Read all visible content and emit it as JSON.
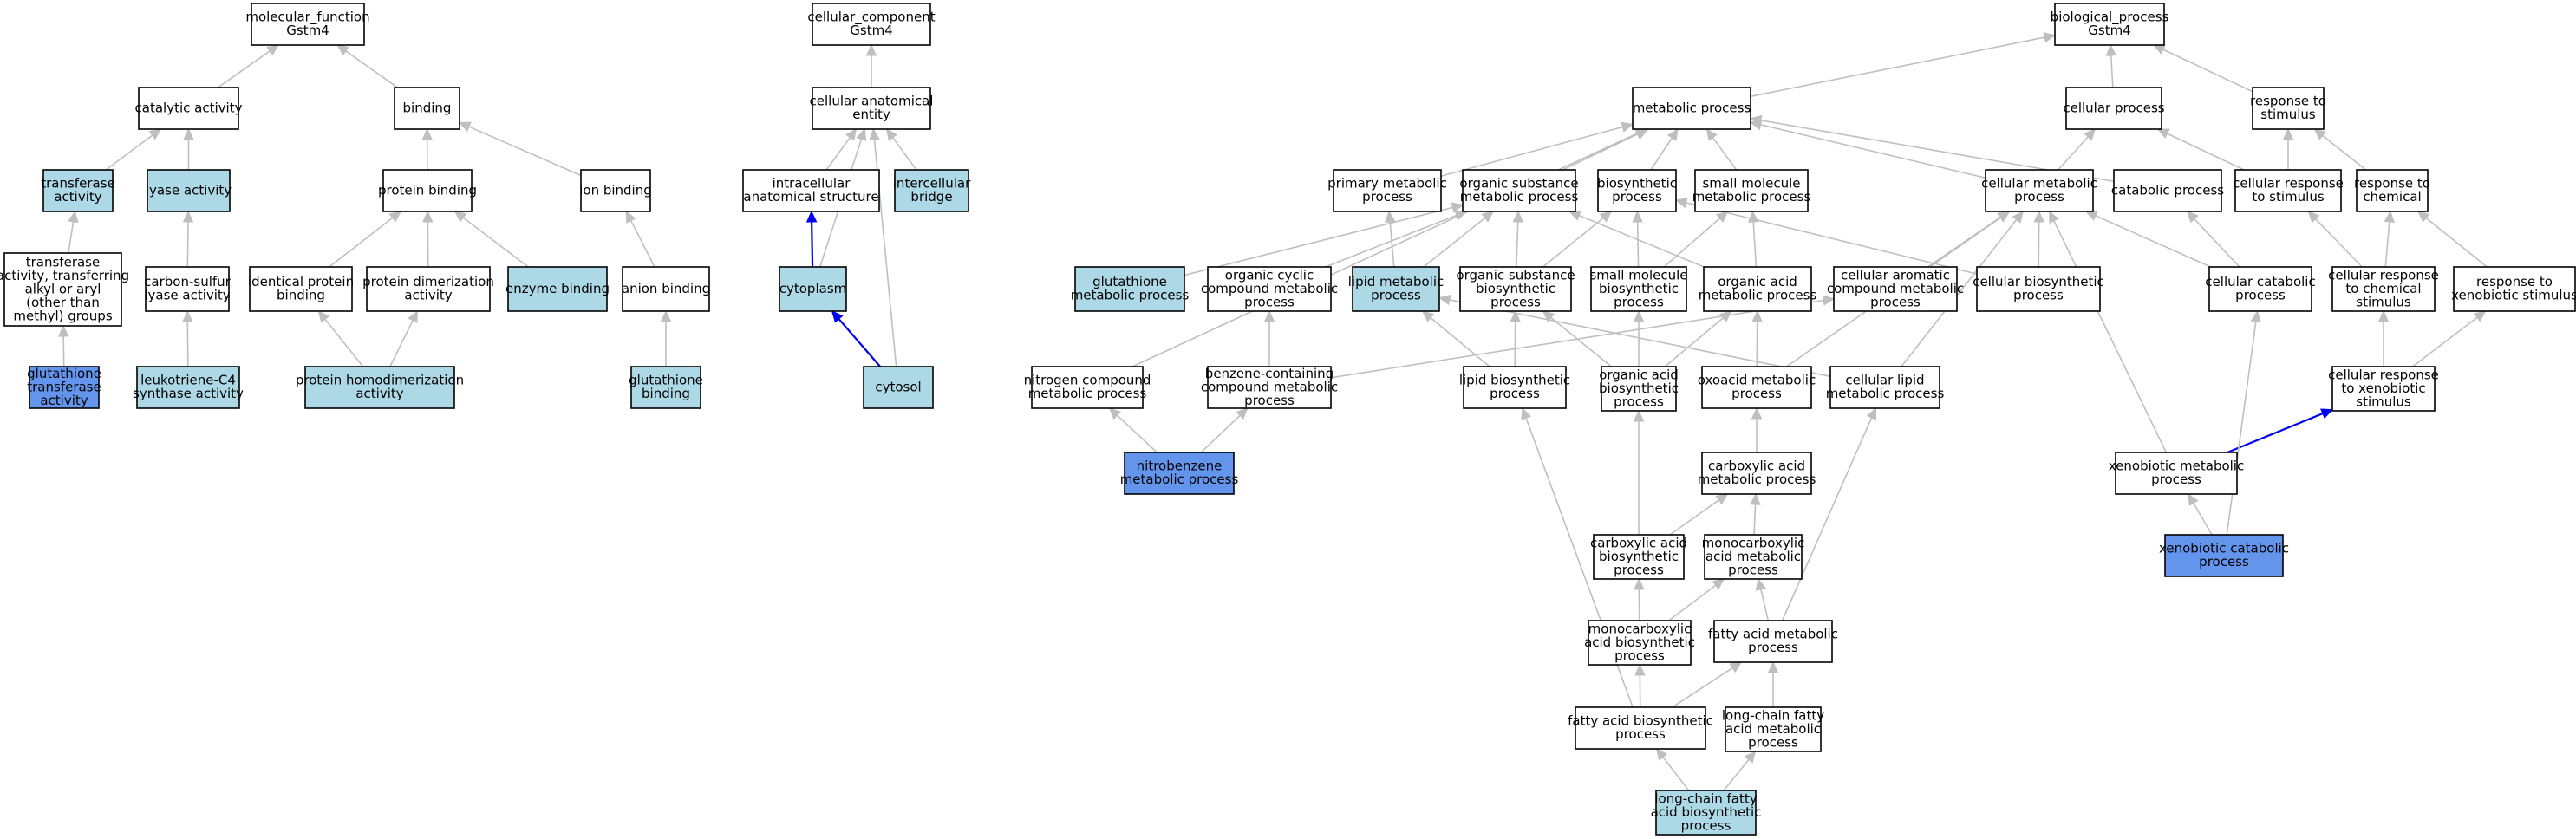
{
  "colors": {
    "plain": "#ffffff",
    "light": "#add8e6",
    "highlight": "#6495ed",
    "edge": "#bfbfbf",
    "part_of_edge": "#0000ee",
    "border": "#000000"
  },
  "nodes": [
    {
      "id": "mf",
      "lines": [
        "molecular_function",
        "Gstm4"
      ],
      "fill": "plain"
    },
    {
      "id": "cat",
      "lines": [
        "catalytic activity"
      ],
      "fill": "plain"
    },
    {
      "id": "bind",
      "lines": [
        "binding"
      ],
      "fill": "plain"
    },
    {
      "id": "trans",
      "lines": [
        "transferase",
        "activity"
      ],
      "fill": "light"
    },
    {
      "id": "lyase",
      "lines": [
        "lyase activity"
      ],
      "fill": "light"
    },
    {
      "id": "pbind",
      "lines": [
        "protein binding"
      ],
      "fill": "plain"
    },
    {
      "id": "ionb",
      "lines": [
        "ion binding"
      ],
      "fill": "plain"
    },
    {
      "id": "tfalk",
      "lines": [
        "transferase",
        "activity, transferring",
        "alkyl or aryl",
        "(other than",
        "methyl) groups"
      ],
      "fill": "plain"
    },
    {
      "id": "csly",
      "lines": [
        "carbon-sulfur",
        "lyase activity"
      ],
      "fill": "plain"
    },
    {
      "id": "idpb",
      "lines": [
        "identical protein",
        "binding"
      ],
      "fill": "plain"
    },
    {
      "id": "pdim",
      "lines": [
        "protein dimerization",
        "activity"
      ],
      "fill": "plain"
    },
    {
      "id": "enzb",
      "lines": [
        "enzyme binding"
      ],
      "fill": "light"
    },
    {
      "id": "anib",
      "lines": [
        "anion binding"
      ],
      "fill": "plain"
    },
    {
      "id": "gst",
      "lines": [
        "glutathione",
        "transferase",
        "activity"
      ],
      "fill": "highlight"
    },
    {
      "id": "ltc4",
      "lines": [
        "leukotriene-C4",
        "synthase activity"
      ],
      "fill": "light"
    },
    {
      "id": "phom",
      "lines": [
        "protein homodimerization",
        "activity"
      ],
      "fill": "light"
    },
    {
      "id": "glub",
      "lines": [
        "glutathione",
        "binding"
      ],
      "fill": "light"
    },
    {
      "id": "cc",
      "lines": [
        "cellular_component",
        "Gstm4"
      ],
      "fill": "plain"
    },
    {
      "id": "cae",
      "lines": [
        "cellular anatomical",
        "entity"
      ],
      "fill": "plain"
    },
    {
      "id": "ias",
      "lines": [
        "intracellular",
        "anatomical structure"
      ],
      "fill": "plain"
    },
    {
      "id": "icb",
      "lines": [
        "intercellular",
        "bridge"
      ],
      "fill": "light"
    },
    {
      "id": "cyto",
      "lines": [
        "cytoplasm"
      ],
      "fill": "light"
    },
    {
      "id": "cytosol",
      "lines": [
        "cytosol"
      ],
      "fill": "light"
    },
    {
      "id": "bp",
      "lines": [
        "biological_process",
        "Gstm4"
      ],
      "fill": "plain"
    },
    {
      "id": "met",
      "lines": [
        "metabolic process"
      ],
      "fill": "plain"
    },
    {
      "id": "cellp",
      "lines": [
        "cellular process"
      ],
      "fill": "plain"
    },
    {
      "id": "rstim",
      "lines": [
        "response to",
        "stimulus"
      ],
      "fill": "plain"
    },
    {
      "id": "pmp",
      "lines": [
        "primary metabolic",
        "process"
      ],
      "fill": "plain"
    },
    {
      "id": "osmp",
      "lines": [
        "organic substance",
        "metabolic process"
      ],
      "fill": "plain"
    },
    {
      "id": "bios",
      "lines": [
        "biosynthetic",
        "process"
      ],
      "fill": "plain"
    },
    {
      "id": "smmp",
      "lines": [
        "small molecule",
        "metabolic process"
      ],
      "fill": "plain"
    },
    {
      "id": "cmp",
      "lines": [
        "cellular metabolic",
        "process"
      ],
      "fill": "plain"
    },
    {
      "id": "catab",
      "lines": [
        "catabolic process"
      ],
      "fill": "plain"
    },
    {
      "id": "crs",
      "lines": [
        "cellular response",
        "to stimulus"
      ],
      "fill": "plain"
    },
    {
      "id": "rchem",
      "lines": [
        "response to",
        "chemical"
      ],
      "fill": "plain"
    },
    {
      "id": "glump",
      "lines": [
        "glutathione",
        "metabolic process"
      ],
      "fill": "light"
    },
    {
      "id": "occm",
      "lines": [
        "organic cyclic",
        "compound metabolic",
        "process"
      ],
      "fill": "plain"
    },
    {
      "id": "lipmp",
      "lines": [
        "lipid metabolic",
        "process"
      ],
      "fill": "light"
    },
    {
      "id": "osbp",
      "lines": [
        "organic substance",
        "biosynthetic",
        "process"
      ],
      "fill": "plain"
    },
    {
      "id": "smbp",
      "lines": [
        "small molecule",
        "biosynthetic",
        "process"
      ],
      "fill": "plain"
    },
    {
      "id": "oamp",
      "lines": [
        "organic acid",
        "metabolic process"
      ],
      "fill": "plain"
    },
    {
      "id": "cacm",
      "lines": [
        "cellular aromatic",
        "compound metabolic",
        "process"
      ],
      "fill": "plain"
    },
    {
      "id": "cbp",
      "lines": [
        "cellular biosynthetic",
        "process"
      ],
      "fill": "plain"
    },
    {
      "id": "ccatp",
      "lines": [
        "cellular catabolic",
        "process"
      ],
      "fill": "plain"
    },
    {
      "id": "crchem",
      "lines": [
        "cellular response",
        "to chemical",
        "stimulus"
      ],
      "fill": "plain"
    },
    {
      "id": "rxeno",
      "lines": [
        "response to",
        "xenobiotic stimulus"
      ],
      "fill": "plain"
    },
    {
      "id": "ncmp",
      "lines": [
        "nitrogen compound",
        "metabolic process"
      ],
      "fill": "plain"
    },
    {
      "id": "bccm",
      "lines": [
        "benzene-containing",
        "compound metabolic",
        "process"
      ],
      "fill": "plain"
    },
    {
      "id": "lbp",
      "lines": [
        "lipid biosynthetic",
        "process"
      ],
      "fill": "plain"
    },
    {
      "id": "oabp",
      "lines": [
        "organic acid",
        "biosynthetic",
        "process"
      ],
      "fill": "plain"
    },
    {
      "id": "oxmp",
      "lines": [
        "oxoacid metabolic",
        "process"
      ],
      "fill": "plain"
    },
    {
      "id": "clmp",
      "lines": [
        "cellular lipid",
        "metabolic process"
      ],
      "fill": "plain"
    },
    {
      "id": "crxeno",
      "lines": [
        "cellular response",
        "to xenobiotic",
        "stimulus"
      ],
      "fill": "plain"
    },
    {
      "id": "nbmp",
      "lines": [
        "nitrobenzene",
        "metabolic process"
      ],
      "fill": "highlight"
    },
    {
      "id": "camp",
      "lines": [
        "carboxylic acid",
        "metabolic process"
      ],
      "fill": "plain"
    },
    {
      "id": "xmp",
      "lines": [
        "xenobiotic metabolic",
        "process"
      ],
      "fill": "plain"
    },
    {
      "id": "cabp",
      "lines": [
        "carboxylic acid",
        "biosynthetic",
        "process"
      ],
      "fill": "plain"
    },
    {
      "id": "mcamp",
      "lines": [
        "monocarboxylic",
        "acid metabolic",
        "process"
      ],
      "fill": "plain"
    },
    {
      "id": "xcat",
      "lines": [
        "xenobiotic catabolic",
        "process"
      ],
      "fill": "highlight"
    },
    {
      "id": "mcabp",
      "lines": [
        "monocarboxylic",
        "acid biosynthetic",
        "process"
      ],
      "fill": "plain"
    },
    {
      "id": "famp",
      "lines": [
        "fatty acid metabolic",
        "process"
      ],
      "fill": "plain"
    },
    {
      "id": "fabp",
      "lines": [
        "fatty acid biosynthetic",
        "process"
      ],
      "fill": "plain"
    },
    {
      "id": "lcfamp",
      "lines": [
        "long-chain fatty",
        "acid metabolic",
        "process"
      ],
      "fill": "plain"
    },
    {
      "id": "lcfabp",
      "lines": [
        "long-chain fatty",
        "acid biosynthetic",
        "process"
      ],
      "fill": "light"
    }
  ],
  "edges": [
    {
      "from": "cat",
      "to": "mf",
      "type": "is_a"
    },
    {
      "from": "bind",
      "to": "mf",
      "type": "is_a"
    },
    {
      "from": "trans",
      "to": "cat",
      "type": "is_a"
    },
    {
      "from": "lyase",
      "to": "cat",
      "type": "is_a"
    },
    {
      "from": "pbind",
      "to": "bind",
      "type": "is_a"
    },
    {
      "from": "ionb",
      "to": "bind",
      "type": "is_a"
    },
    {
      "from": "tfalk",
      "to": "trans",
      "type": "is_a"
    },
    {
      "from": "csly",
      "to": "lyase",
      "type": "is_a"
    },
    {
      "from": "idpb",
      "to": "pbind",
      "type": "is_a"
    },
    {
      "from": "pdim",
      "to": "pbind",
      "type": "is_a"
    },
    {
      "from": "enzb",
      "to": "pbind",
      "type": "is_a"
    },
    {
      "from": "anib",
      "to": "ionb",
      "type": "is_a"
    },
    {
      "from": "gst",
      "to": "tfalk",
      "type": "is_a"
    },
    {
      "from": "ltc4",
      "to": "csly",
      "type": "is_a"
    },
    {
      "from": "phom",
      "to": "idpb",
      "type": "is_a"
    },
    {
      "from": "phom",
      "to": "pdim",
      "type": "is_a"
    },
    {
      "from": "glub",
      "to": "anib",
      "type": "is_a"
    },
    {
      "from": "cae",
      "to": "cc",
      "type": "is_a"
    },
    {
      "from": "ias",
      "to": "cae",
      "type": "is_a"
    },
    {
      "from": "icb",
      "to": "cae",
      "type": "is_a"
    },
    {
      "from": "cyto",
      "to": "cae",
      "type": "is_a"
    },
    {
      "from": "cyto",
      "to": "ias",
      "type": "part_of"
    },
    {
      "from": "cytosol",
      "to": "cyto",
      "type": "part_of"
    },
    {
      "from": "cytosol",
      "to": "cae",
      "type": "is_a"
    },
    {
      "from": "met",
      "to": "bp",
      "type": "is_a"
    },
    {
      "from": "cellp",
      "to": "bp",
      "type": "is_a"
    },
    {
      "from": "rstim",
      "to": "bp",
      "type": "is_a"
    },
    {
      "from": "pmp",
      "to": "met",
      "type": "is_a"
    },
    {
      "from": "osmp",
      "to": "met",
      "type": "is_a"
    },
    {
      "from": "bios",
      "to": "met",
      "type": "is_a"
    },
    {
      "from": "smmp",
      "to": "met",
      "type": "is_a"
    },
    {
      "from": "cmp",
      "to": "met",
      "type": "is_a"
    },
    {
      "from": "catab",
      "to": "met",
      "type": "is_a"
    },
    {
      "from": "ncmp",
      "to": "met",
      "type": "is_a"
    },
    {
      "from": "cmp",
      "to": "cellp",
      "type": "is_a"
    },
    {
      "from": "crs",
      "to": "cellp",
      "type": "is_a"
    },
    {
      "from": "crs",
      "to": "rstim",
      "type": "is_a"
    },
    {
      "from": "rchem",
      "to": "rstim",
      "type": "is_a"
    },
    {
      "from": "glump",
      "to": "osmp",
      "type": "is_a"
    },
    {
      "from": "occm",
      "to": "osmp",
      "type": "is_a"
    },
    {
      "from": "lipmp",
      "to": "pmp",
      "type": "is_a"
    },
    {
      "from": "lipmp",
      "to": "osmp",
      "type": "is_a"
    },
    {
      "from": "osbp",
      "to": "osmp",
      "type": "is_a"
    },
    {
      "from": "osbp",
      "to": "bios",
      "type": "is_a"
    },
    {
      "from": "smbp",
      "to": "bios",
      "type": "is_a"
    },
    {
      "from": "smbp",
      "to": "smmp",
      "type": "is_a"
    },
    {
      "from": "oamp",
      "to": "smmp",
      "type": "is_a"
    },
    {
      "from": "oamp",
      "to": "osmp",
      "type": "is_a"
    },
    {
      "from": "cacm",
      "to": "cmp",
      "type": "is_a"
    },
    {
      "from": "cbp",
      "to": "cmp",
      "type": "is_a"
    },
    {
      "from": "cbp",
      "to": "bios",
      "type": "is_a"
    },
    {
      "from": "ccatp",
      "to": "cmp",
      "type": "is_a"
    },
    {
      "from": "ccatp",
      "to": "catab",
      "type": "is_a"
    },
    {
      "from": "crchem",
      "to": "crs",
      "type": "is_a"
    },
    {
      "from": "crchem",
      "to": "rchem",
      "type": "is_a"
    },
    {
      "from": "rxeno",
      "to": "rchem",
      "type": "is_a"
    },
    {
      "from": "bccm",
      "to": "occm",
      "type": "is_a"
    },
    {
      "from": "bccm",
      "to": "cacm",
      "type": "is_a"
    },
    {
      "from": "lbp",
      "to": "lipmp",
      "type": "is_a"
    },
    {
      "from": "lbp",
      "to": "osbp",
      "type": "is_a"
    },
    {
      "from": "oabp",
      "to": "oamp",
      "type": "is_a"
    },
    {
      "from": "oabp",
      "to": "smbp",
      "type": "is_a"
    },
    {
      "from": "oabp",
      "to": "osbp",
      "type": "is_a"
    },
    {
      "from": "oxmp",
      "to": "oamp",
      "type": "is_a"
    },
    {
      "from": "oxmp",
      "to": "cmp",
      "type": "is_a"
    },
    {
      "from": "clmp",
      "to": "cmp",
      "type": "is_a"
    },
    {
      "from": "clmp",
      "to": "lipmp",
      "type": "is_a"
    },
    {
      "from": "crxeno",
      "to": "crchem",
      "type": "is_a"
    },
    {
      "from": "crxeno",
      "to": "rxeno",
      "type": "is_a"
    },
    {
      "from": "nbmp",
      "to": "ncmp",
      "type": "is_a"
    },
    {
      "from": "nbmp",
      "to": "bccm",
      "type": "is_a"
    },
    {
      "from": "camp",
      "to": "oxmp",
      "type": "is_a"
    },
    {
      "from": "xmp",
      "to": "crxeno",
      "type": "part_of"
    },
    {
      "from": "xmp",
      "to": "cmp",
      "type": "is_a"
    },
    {
      "from": "cabp",
      "to": "camp",
      "type": "is_a"
    },
    {
      "from": "cabp",
      "to": "oabp",
      "type": "is_a"
    },
    {
      "from": "mcamp",
      "to": "camp",
      "type": "is_a"
    },
    {
      "from": "xcat",
      "to": "xmp",
      "type": "is_a"
    },
    {
      "from": "xcat",
      "to": "ccatp",
      "type": "is_a"
    },
    {
      "from": "mcabp",
      "to": "mcamp",
      "type": "is_a"
    },
    {
      "from": "mcabp",
      "to": "cabp",
      "type": "is_a"
    },
    {
      "from": "famp",
      "to": "mcamp",
      "type": "is_a"
    },
    {
      "from": "famp",
      "to": "clmp",
      "type": "is_a"
    },
    {
      "from": "fabp",
      "to": "famp",
      "type": "is_a"
    },
    {
      "from": "fabp",
      "to": "mcabp",
      "type": "is_a"
    },
    {
      "from": "fabp",
      "to": "lbp",
      "type": "is_a"
    },
    {
      "from": "lcfamp",
      "to": "famp",
      "type": "is_a"
    },
    {
      "from": "lcfabp",
      "to": "fabp",
      "type": "is_a"
    },
    {
      "from": "lcfabp",
      "to": "lcfamp",
      "type": "is_a"
    }
  ]
}
